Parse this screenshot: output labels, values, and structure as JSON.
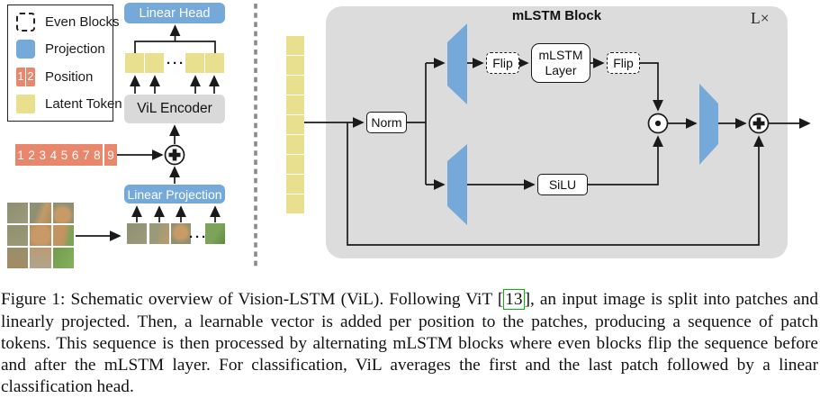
{
  "colors": {
    "projection_blue": "#74a9da",
    "latent_token_yellow": "#e9e08f",
    "position_orange": "#e8876c",
    "mlstm_block_gray": "#dcdcdc",
    "encoder_gray": "#d9d9d9",
    "citation_green": "#00bb00"
  },
  "legend": {
    "items": [
      {
        "label": "Even Blocks",
        "swatch": "dashed-outline"
      },
      {
        "label": "Projection",
        "swatch": "blue"
      },
      {
        "label": "Position",
        "swatch": "orange",
        "swatch_text": [
          "1",
          "2"
        ]
      },
      {
        "label": "Latent Token",
        "swatch": "yellow"
      }
    ]
  },
  "left_panel": {
    "linear_head_label": "Linear Head",
    "vil_encoder_label": "ViL Encoder",
    "linear_projection_label": "Linear Projection",
    "positions": [
      "1",
      "2",
      "3",
      "4",
      "5",
      "6",
      "7",
      "8",
      "9"
    ],
    "top_token_count": 4,
    "patch_count": 4,
    "dots": "···"
  },
  "right_panel": {
    "title": "mLSTM Block",
    "repeat_label": "L×",
    "sequence_token_count": 9,
    "norm_label": "Norm",
    "flip1_label": "Flip",
    "mlstm_layer_label": "mLSTM Layer",
    "flip2_label": "Flip",
    "silu_label": "SiLU",
    "product_symbol": "⊙",
    "sum_symbol": "⊕"
  },
  "caption": {
    "prefix": "Figure 1: Schematic overview of Vision-LSTM (ViL). Following ViT ",
    "citation_open": "[",
    "citation": "13",
    "citation_close": "]",
    "suffix": ", an input image is split into patches and linearly projected. Then, a learnable vector is added per position to the patches, producing a sequence of patch tokens. This sequence is then processed by alternating mLSTM blocks where even blocks flip the sequence before and after the mLSTM layer. For classification, ViL averages the first and the last patch followed by a linear classification head."
  }
}
